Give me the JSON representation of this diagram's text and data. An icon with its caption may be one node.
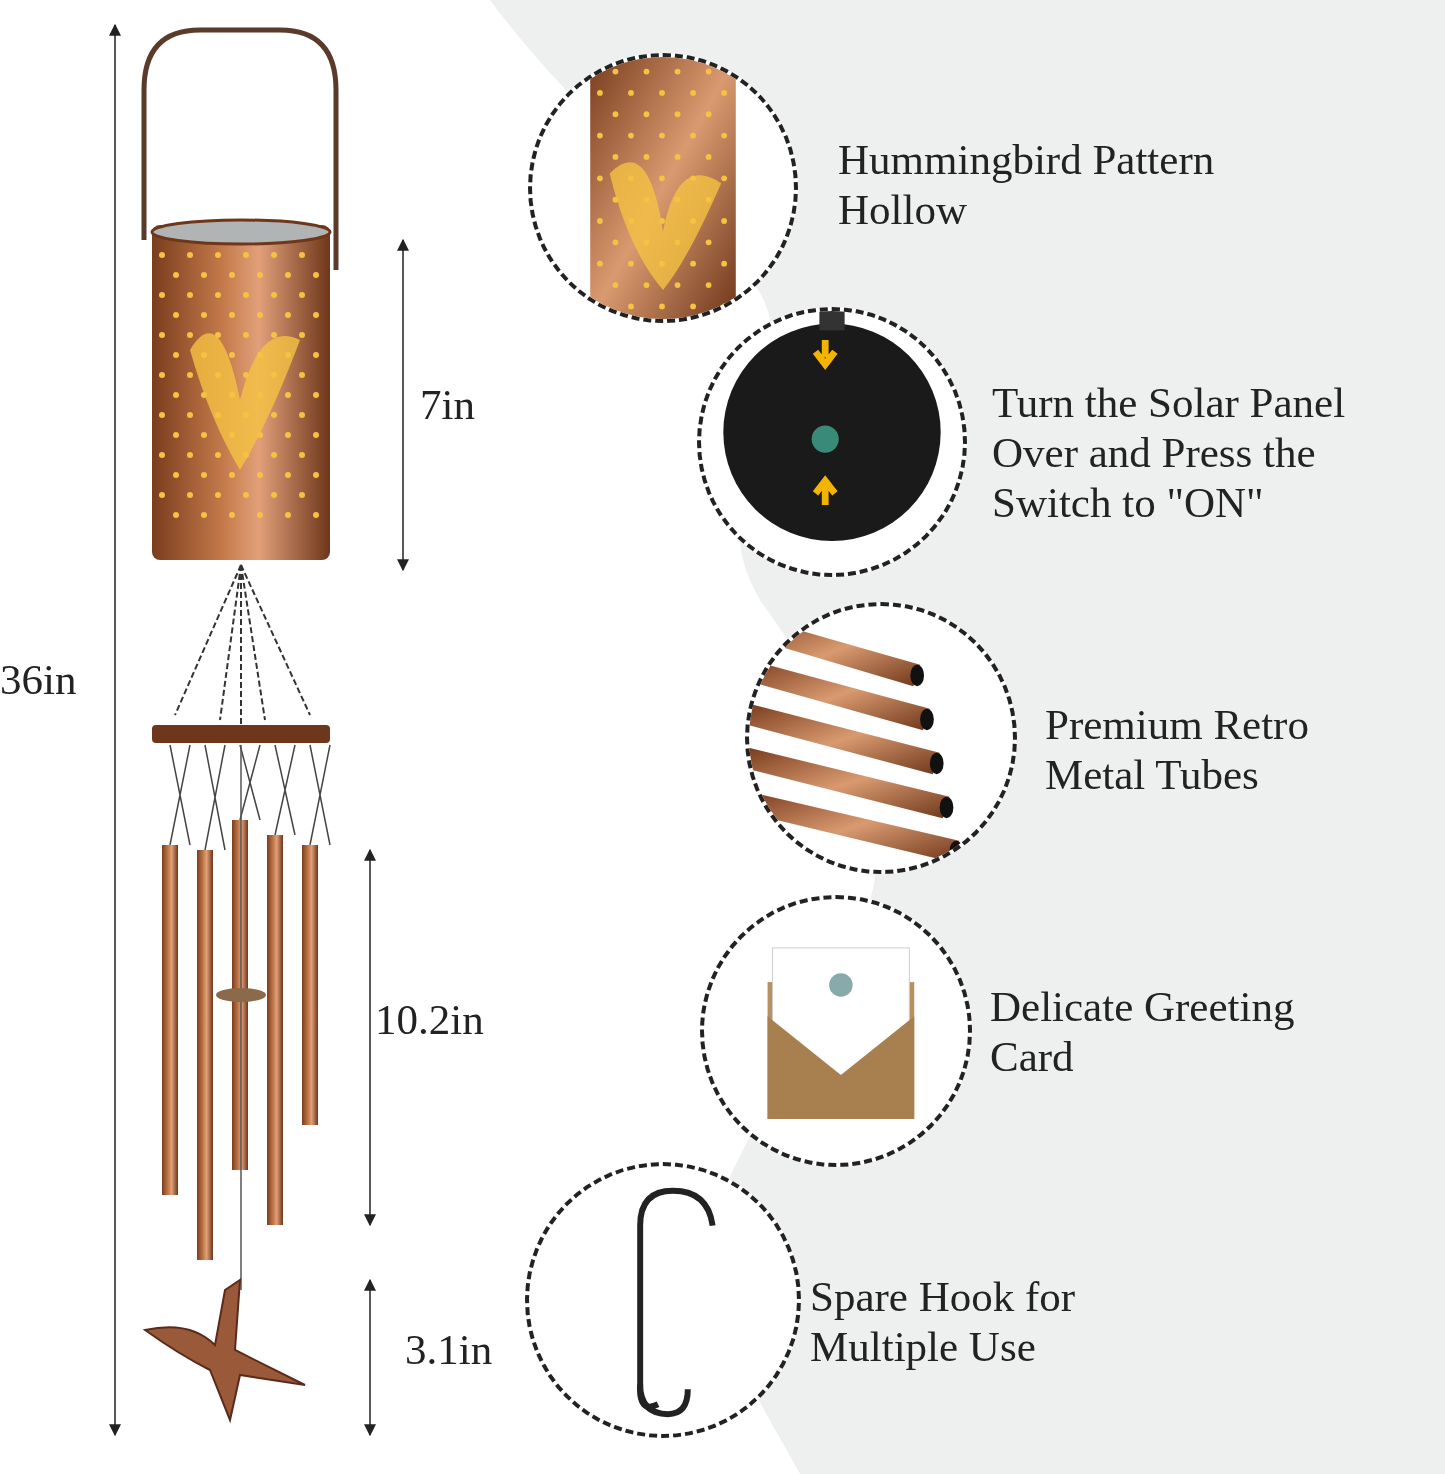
{
  "diagram": {
    "nodes": [
      {
        "text": [],
        "shape": "circle",
        "beside": [
          "Hummingbird Pattern Hollow"
        ]
      },
      {
        "text": [],
        "shape": "circle",
        "beside": [
          "Turn the Solar Panel Over and Press the Switch to \"ON\""
        ]
      },
      {
        "text": [],
        "shape": "circle",
        "beside": [
          "Premium Retro Metal Tubes"
        ]
      },
      {
        "text": [],
        "shape": "circle",
        "beside": [
          "Delicate Greeting Card"
        ]
      },
      {
        "text": [],
        "shape": "circle",
        "beside": [
          "Spare Hook for Multiple Use"
        ]
      }
    ],
    "labels": [
      "36in",
      "7in",
      "10.2in",
      "3.1in"
    ]
  }
}
